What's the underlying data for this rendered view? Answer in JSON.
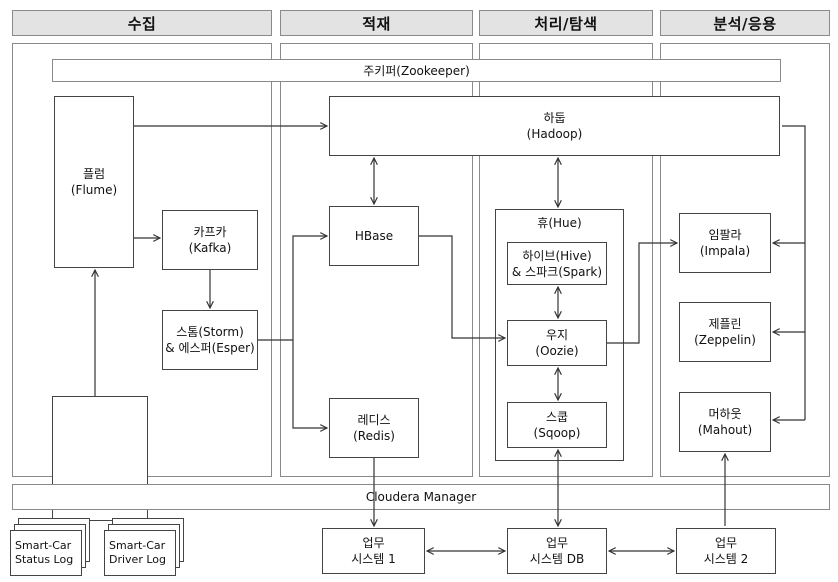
{
  "columns": [
    {
      "title": "수집"
    },
    {
      "title": "적재"
    },
    {
      "title": "처리/탐색"
    },
    {
      "title": "분석/응용"
    }
  ],
  "zookeeper": "주키퍼(Zookeeper)",
  "cloudera": "Cloudera Manager",
  "nodes": {
    "hadoop": [
      "하둡",
      "(Hadoop)"
    ],
    "flume": [
      "플럼",
      "(Flume)"
    ],
    "kafka": [
      "카프카",
      "(Kafka)"
    ],
    "storm": [
      "스톰(Storm)",
      "& 에스퍼(Esper)"
    ],
    "hbase": [
      "HBase"
    ],
    "redis": [
      "레디스",
      "(Redis)"
    ],
    "hue": "휴(Hue)",
    "hive": [
      "하이브(Hive)",
      "& 스파크(Spark)"
    ],
    "oozie": [
      "우지",
      "(Oozie)"
    ],
    "sqoop": [
      "스쿱",
      "(Sqoop)"
    ],
    "impala": [
      "임팔라",
      "(Impala)"
    ],
    "zeppelin": [
      "제플린",
      "(Zeppelin)"
    ],
    "mahout": [
      "머하웃",
      "(Mahout)"
    ],
    "sys1": [
      "업무",
      "시스템 1"
    ],
    "sysdb": [
      "업무",
      "시스템 DB"
    ],
    "sys2": [
      "업무",
      "시스템 2"
    ]
  },
  "logs": {
    "status": [
      "Smart-Car",
      "Status Log"
    ],
    "driver": [
      "Smart-Car",
      "Driver Log"
    ]
  },
  "colors": {
    "header_bg": "#e3e3e3",
    "border": "#8a8a8a",
    "line": "#333333"
  }
}
